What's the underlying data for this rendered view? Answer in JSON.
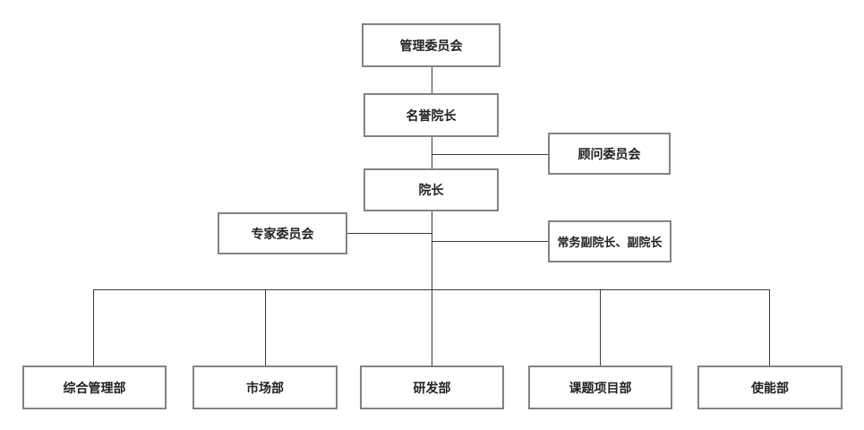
{
  "org_chart": {
    "management_committee": "管理委员会",
    "honorary_president": "名誉院长",
    "advisory_committee": "顾问委员会",
    "president": "院长",
    "expert_committee": "专家委员会",
    "vice_presidents": "常务副院长、副院长",
    "departments": [
      "综合管理部",
      "市场部",
      "研发部",
      "课题项目部",
      "使能部"
    ]
  },
  "colors": {
    "box_border": "#828282",
    "connector": "#3a3a3a",
    "text": "#222222"
  }
}
